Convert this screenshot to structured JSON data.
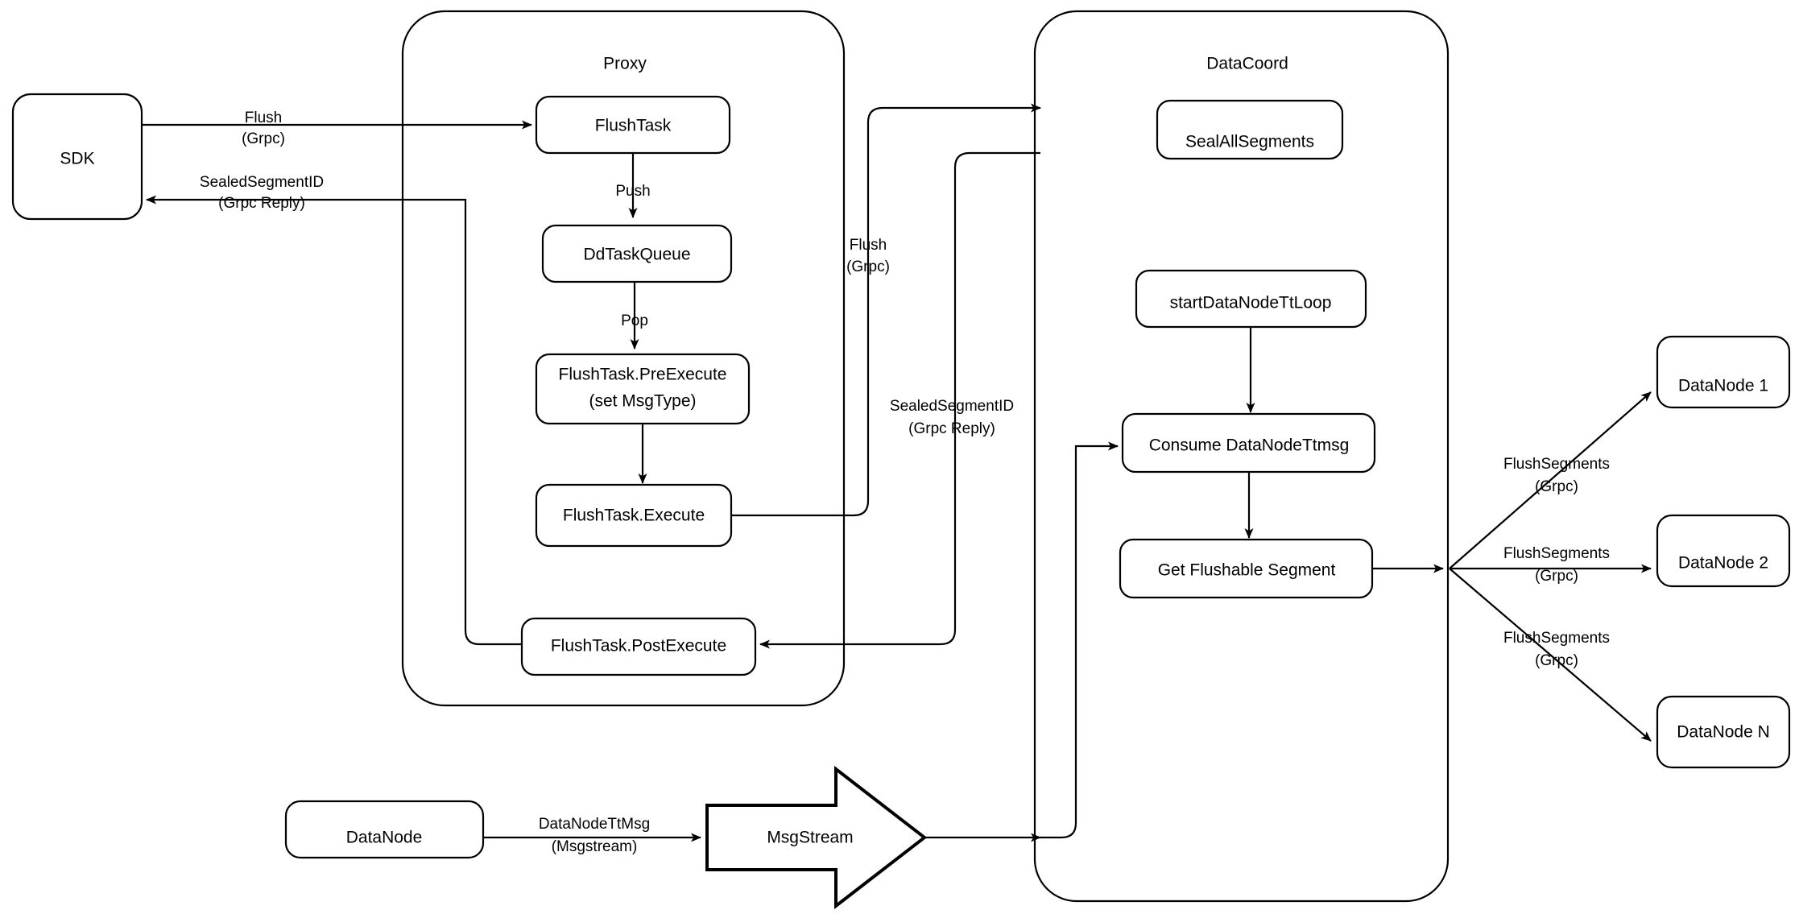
{
  "diagram": {
    "title": "Milvus Flush Data Flow",
    "type": "flow-diagram",
    "background": "#ffffff",
    "stroke": "#000000"
  },
  "containers": [
    {
      "id": "proxy",
      "label": "Proxy"
    },
    {
      "id": "datacoord",
      "label": "DataCoord"
    }
  ],
  "nodes": [
    {
      "id": "sdk",
      "label": "SDK"
    },
    {
      "id": "flushtask",
      "label": "FlushTask"
    },
    {
      "id": "ddtaskqueue",
      "label": "DdTaskQueue"
    },
    {
      "id": "preexecute_line1",
      "label": "FlushTask.PreExecute"
    },
    {
      "id": "preexecute_line2",
      "label": "(set MsgType)"
    },
    {
      "id": "execute",
      "label": "FlushTask.Execute"
    },
    {
      "id": "postexecute",
      "label": "FlushTask.PostExecute"
    },
    {
      "id": "sealallsegments",
      "label": "SealAllSegments"
    },
    {
      "id": "startdatanodettloop",
      "label": "startDataNodeTtLoop"
    },
    {
      "id": "consumedatanodettmsg",
      "label": "Consume DataNodeTtmsg"
    },
    {
      "id": "getflushablesegment",
      "label": "Get Flushable Segment"
    },
    {
      "id": "datanode_src",
      "label": "DataNode"
    },
    {
      "id": "msgstream",
      "label": "MsgStream"
    },
    {
      "id": "datanode1",
      "label": "DataNode 1"
    },
    {
      "id": "datanode2",
      "label": "DataNode 2"
    },
    {
      "id": "datanodeN",
      "label": "DataNode N"
    }
  ],
  "edge_labels": {
    "sdk_to_proxy_l1": "Flush",
    "sdk_to_proxy_l2": "(Grpc)",
    "proxy_to_sdk_l1": "SealedSegmentID",
    "proxy_to_sdk_l2": "(Grpc Reply)",
    "push": "Push",
    "pop": "Pop",
    "proxy_to_coord_l1": "Flush",
    "proxy_to_coord_l2": "(Grpc)",
    "coord_to_proxy_l1": "SealedSegmentID",
    "coord_to_proxy_l2": "(Grpc Reply)",
    "datanodettmsg_l1": "DataNodeTtMsg",
    "datanodettmsg_l2": "(Msgstream)",
    "flushseg1_l1": "FlushSegments",
    "flushseg1_l2": "(Grpc)",
    "flushseg2_l1": "FlushSegments",
    "flushseg2_l2": "(Grpc)",
    "flushsegN_l1": "FlushSegments",
    "flushsegN_l2": "(Grpc)"
  }
}
